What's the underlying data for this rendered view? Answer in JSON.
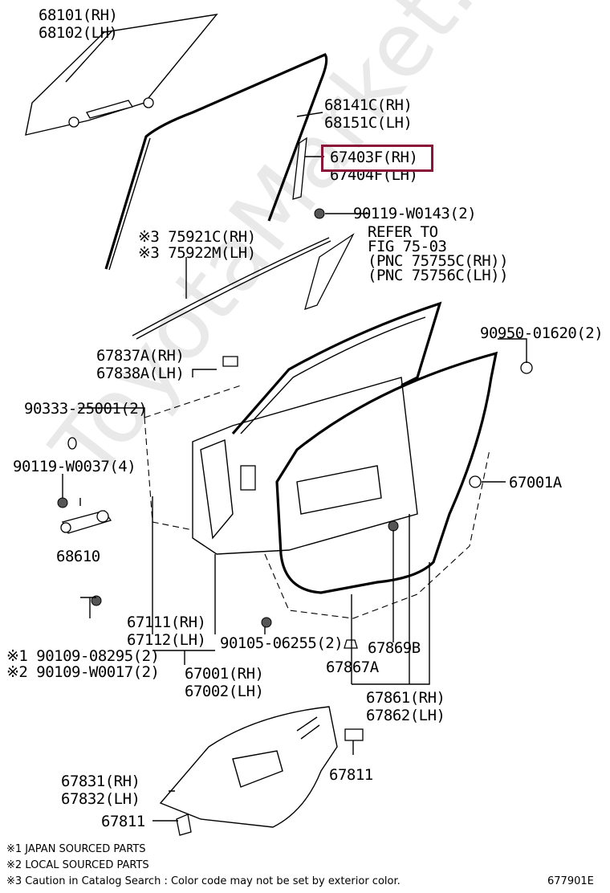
{
  "watermark": "ToyotaMarket.ru",
  "highlight_color": "#8a1538",
  "labels": {
    "l68101": "68101(RH)",
    "l68102": "68102(LH)",
    "l68141c": "68141C(RH)",
    "l68151c": "68151C(LH)",
    "l67403f": "67403F(RH)",
    "l67404f": "67404F(LH)",
    "l90119_w0143": "90119-W0143(2)",
    "l75921c": "※3 75921C(RH)",
    "l75922m": "※3 75922M(LH)",
    "refer1": "REFER TO",
    "refer2": "FIG 75-03",
    "refer3": "(PNC 75755C(RH))",
    "refer4": "(PNC 75756C(LH))",
    "l90950": "90950-01620(2)",
    "l67837a": "67837A(RH)",
    "l67838a": "67838A(LH)",
    "l90333": "90333-25001(2)",
    "l90119_w0037": "90119-W0037(4)",
    "l67001a": "67001A",
    "l68610": "68610",
    "l67111": "67111(RH)",
    "l67112": "67112(LH)",
    "l90105": "90105-06255(2)",
    "l67869b": "67869B",
    "l90109_08295": "※1 90109-08295(2)",
    "l90109_w0017": "※2 90109-W0017(2)",
    "l67867a": "67867A",
    "l67001": "67001(RH)",
    "l67002": "67002(LH)",
    "l67861": "67861(RH)",
    "l67862": "67862(LH)",
    "l67811a": "67811",
    "l67831": "67831(RH)",
    "l67832": "67832(LH)",
    "l67811b": "67811"
  },
  "notes": {
    "n1": "※1 JAPAN SOURCED PARTS",
    "n2": "※2 LOCAL SOURCED PARTS",
    "n3": "※3 Caution in Catalog Search : Color code may not be set by exterior color."
  },
  "figure_id": "677901E"
}
